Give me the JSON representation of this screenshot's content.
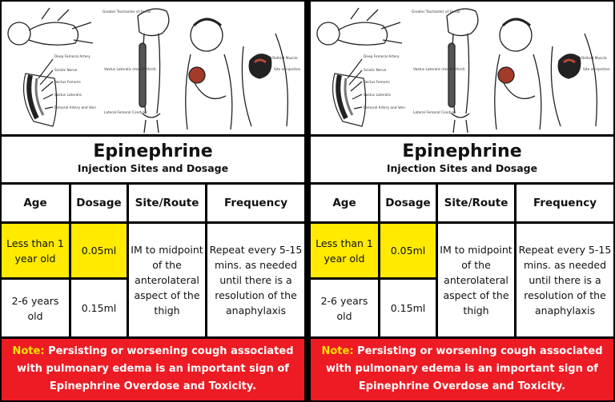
{
  "cards": [
    {
      "diagram_labels": {
        "deep_femoral_artery": "Deep Femoral Artery",
        "sciatic_nerve": "Sciatic Nerve",
        "rectus_femoris": "Rectus Femoris",
        "vastus_lateralis": "Vastus Lateralis",
        "femoral_artery_vein": "Femoral Artery and Vein",
        "greater_trochanter": "Greater Trochanter of Femur",
        "vastus_lateralis_middle": "Vastus Lateralis (middle third)",
        "lateral_femoral_condyle": "Lateral Femoral Condyle",
        "deltoid_muscle": "Deltoid Muscle",
        "site_of_injection": "Site of injection"
      },
      "title": "Epinephrine",
      "subtitle": "Injection Sites and Dosage",
      "headers": {
        "age": "Age",
        "dosage": "Dosage",
        "site": "Site/Route",
        "frequency": "Frequency"
      },
      "row1": {
        "age": "Less than 1 year old",
        "dosage": "0.05ml"
      },
      "row2": {
        "age": "2-6 years old",
        "dosage": "0.15ml"
      },
      "site_text": "IM to midpoint of the anterolateral aspect of the thigh",
      "frequency_text": "Repeat every 5-15 mins. as needed until there is a resolution of the anaphylaxis",
      "note": {
        "label": "Note:",
        "text": "Persisting or worsening cough associated with pulmonary edema is an important sign of Epinephrine Overdose and Toxicity."
      }
    },
    {
      "diagram_labels": {
        "deep_femoral_artery": "Deep Femoral Artery",
        "sciatic_nerve": "Sciatic Nerve",
        "rectus_femoris": "Rectus Femoris",
        "vastus_lateralis": "Vastus Lateralis",
        "femoral_artery_vein": "Femoral Artery and Vein",
        "greater_trochanter": "Greater Trochanter of Femur",
        "vastus_lateralis_middle": "Vastus Lateralis (middle third)",
        "lateral_femoral_condyle": "Lateral Femoral Condyle",
        "deltoid_muscle": "Deltoid Muscle",
        "site_of_injection": "Site of injection"
      },
      "title": "Epinephrine",
      "subtitle": "Injection Sites and Dosage",
      "headers": {
        "age": "Age",
        "dosage": "Dosage",
        "site": "Site/Route",
        "frequency": "Frequency"
      },
      "row1": {
        "age": "Less than 1 year old",
        "dosage": "0.05ml"
      },
      "row2": {
        "age": "2-6 years old",
        "dosage": "0.15ml"
      },
      "site_text": "IM to midpoint of the anterolateral aspect of the thigh",
      "frequency_text": "Repeat every 5-15 mins. as needed until there is a resolution of the anaphylaxis",
      "note": {
        "label": "Note:",
        "text": "Persisting or worsening cough associated with pulmonary edema is an important sign of Epinephrine Overdose and Toxicity."
      }
    }
  ]
}
